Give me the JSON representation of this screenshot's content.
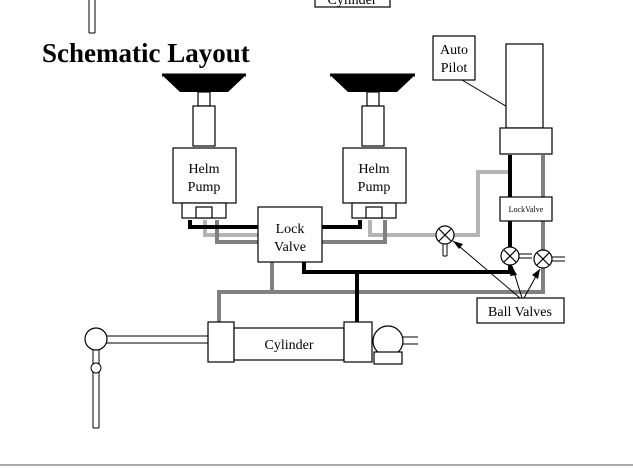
{
  "diagram": {
    "title": "Schematic Layout",
    "top_cut_label": "Cylinder",
    "components": {
      "helm_pump_left": {
        "line1": "Helm",
        "line2": "Pump"
      },
      "helm_pump_right": {
        "line1": "Helm",
        "line2": "Pump"
      },
      "lock_valve_main": {
        "line1": "Lock",
        "line2": "Valve"
      },
      "auto_pilot": {
        "line1": "Auto",
        "line2": "Pilot"
      },
      "lock_valve_small": "LockValve",
      "ball_valves": "Ball Valves",
      "cylinder": "Cylinder"
    },
    "colors": {
      "line_black": "#000000",
      "line_dark_gray": "#808080",
      "line_light_gray": "#b4b4b4",
      "background": "#ffffff"
    }
  }
}
